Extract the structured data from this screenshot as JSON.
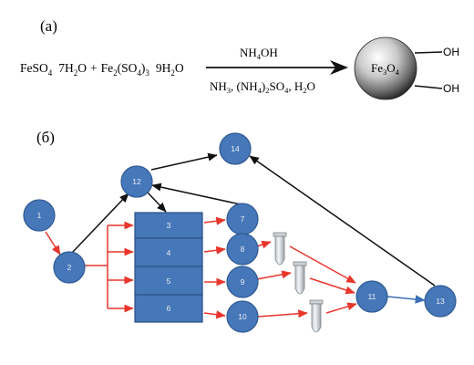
{
  "panel_a": {
    "label": "(a)",
    "reactant1": "FeSO",
    "reactant1_sub": "4",
    "reactant1_water_coef": "7H",
    "reactant1_water_sub": "2",
    "reactant1_water_end": "O",
    "plus": "+",
    "reactant2": "Fe",
    "reactant2_sub1": "2",
    "reactant2_mid": "(SO",
    "reactant2_sub2": "4",
    "reactant2_end": ")",
    "reactant2_sub3": "3",
    "reactant2_water_coef": "9H",
    "reactant2_water_sub": "2",
    "reactant2_water_end": "O",
    "reagent_above": "NH",
    "reagent_above_sub": "4",
    "reagent_above_end": "OH",
    "by_products": {
      "p1": "NH",
      "p1_sub": "3",
      "p1_sep": ", (NH",
      "p2_sub1": "4",
      "p2_mid": ")",
      "p2_sub2": "2",
      "p2_mid2": "SO",
      "p2_sub3": "4",
      "p2_sep": ", H",
      "p3_sub": "2",
      "p3_end": "O"
    },
    "particle": "Fe",
    "particle_sub1": "3",
    "particle_mid": "O",
    "particle_sub2": "4",
    "oh_top": "OH",
    "oh_bottom": "OH"
  },
  "panel_b": {
    "label": "(б)",
    "nodes": [
      "1",
      "2",
      "7",
      "8",
      "9",
      "10",
      "11",
      "12",
      "13",
      "14"
    ],
    "blocks": [
      "3",
      "4",
      "5",
      "6"
    ]
  }
}
